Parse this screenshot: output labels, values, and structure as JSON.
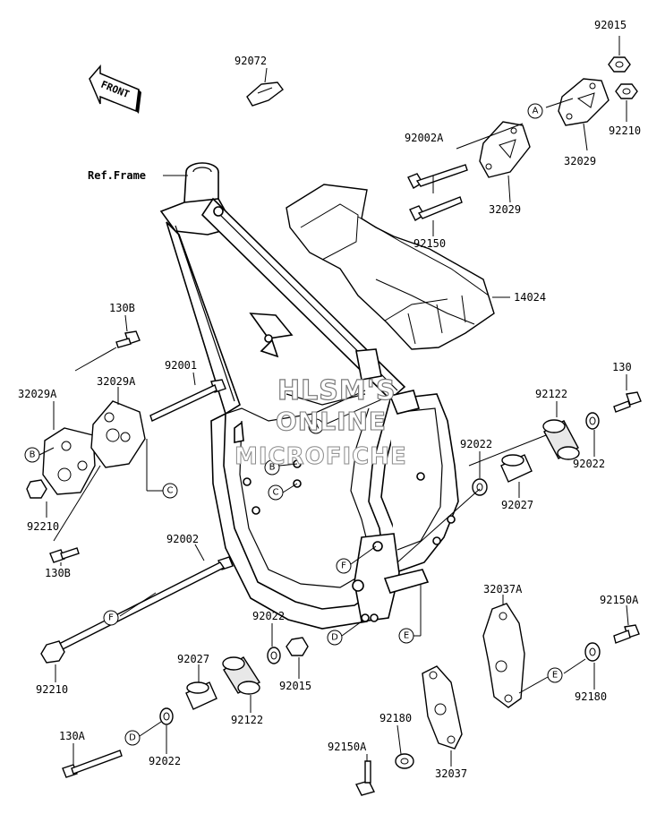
{
  "front_label": "FRONT",
  "ref_frame": "Ref.Frame",
  "watermark": {
    "line1": "HLSM'S",
    "line2": "ONLINE",
    "line3": "MICROFICHE"
  },
  "parts": {
    "p92015_top": "92015",
    "p92072": "92072",
    "p92002A": "92002A",
    "p92210_top": "92210",
    "p32029_upper": "32029",
    "p32029_lower": "32029",
    "p92150": "92150",
    "p14024": "14024",
    "p130B_top": "130B",
    "p92001": "92001",
    "p32029A_left": "32029A",
    "p32029A_right": "32029A",
    "p92210_left": "92210",
    "p130": "130",
    "p92122_right": "92122",
    "p92022_right_top": "92022",
    "p92022_right_low": "92022",
    "p92027_right": "92027",
    "p130B_bottom": "130B",
    "p92002": "92002",
    "p92210_bottom": "92210",
    "p92022_mid": "92022",
    "p92027_mid": "92027",
    "p92015_mid": "92015",
    "p92122_mid": "92122",
    "p32037A": "32037A",
    "p92150A_right": "92150A",
    "p92180_right": "92180",
    "p130A": "130A",
    "p92022_bottom": "92022",
    "p92180_mid": "92180",
    "p92150A_bottom": "92150A",
    "p32037": "32037"
  },
  "callouts": {
    "A_top": "A",
    "A_frame": "A",
    "B_left": "B",
    "B_frame": "B",
    "C_left": "C",
    "C_frame": "C",
    "D_frame": "D",
    "D_bottom": "D",
    "E_frame": "E",
    "E_right": "E",
    "F_frame": "F",
    "F_left": "F"
  }
}
